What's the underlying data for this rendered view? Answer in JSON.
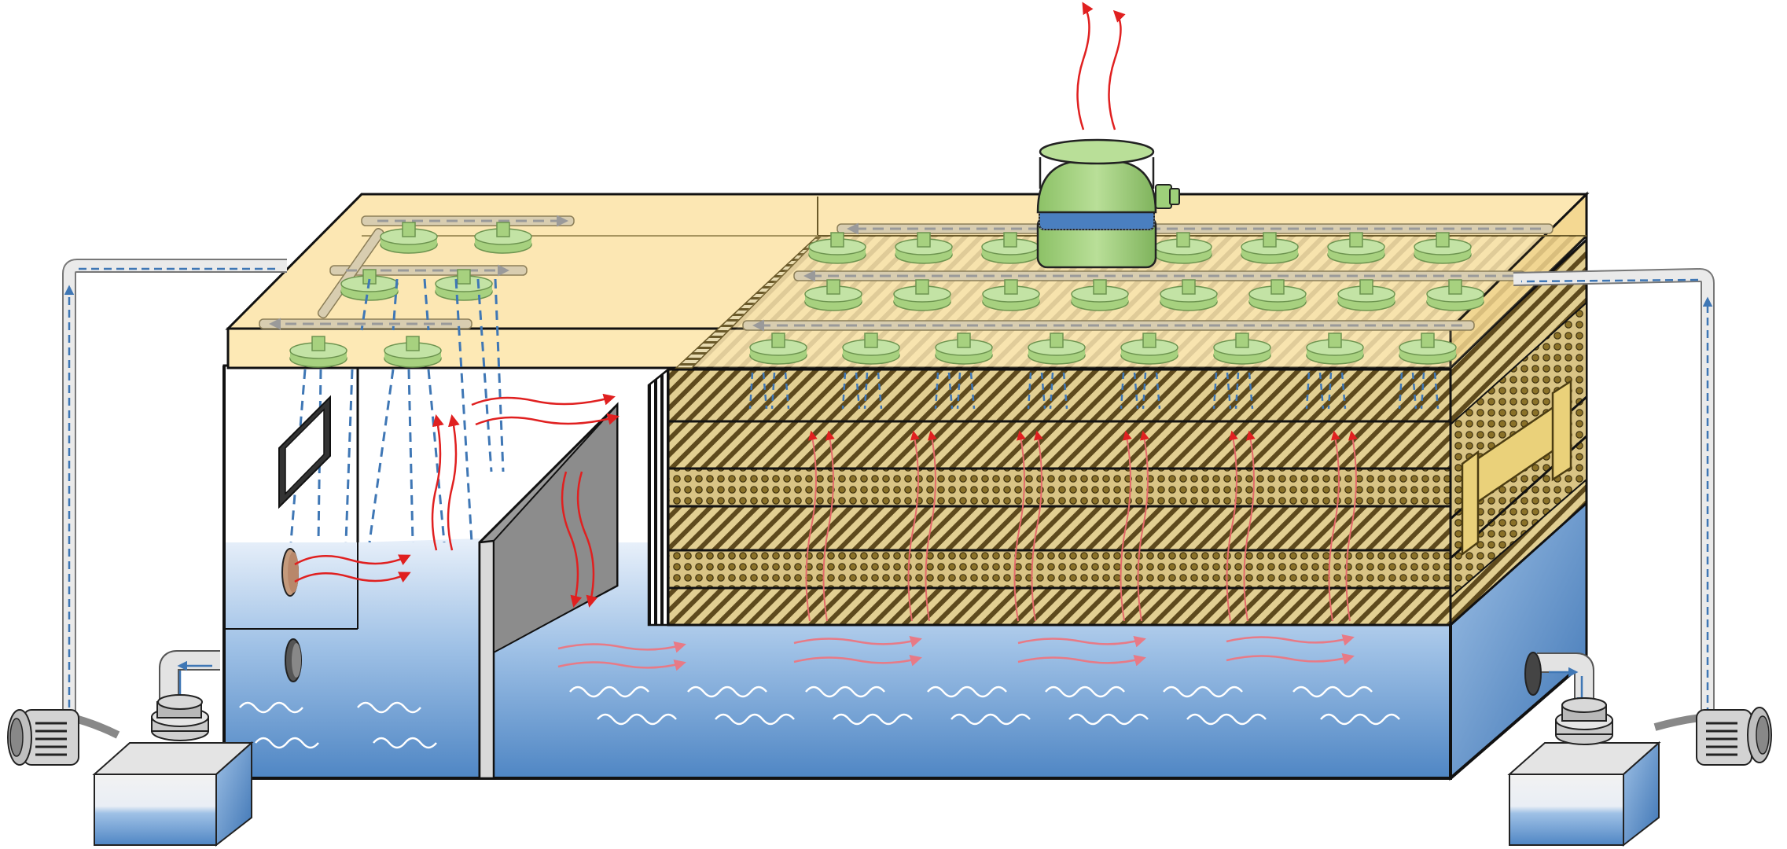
{
  "diagram": {
    "style": "3d-isometric-schematic",
    "colors": {
      "background": "#ffffff",
      "cover_top": "#fbe3a6",
      "cover_front": "#fde9b5",
      "water_light": "#d8e7f6",
      "water_dark": "#4f86c4",
      "wall_grey": "#d7d7d7",
      "baffle_grey": "#8f8f8f",
      "pipe": "#d0d0d0",
      "spray_dash": "#3f77b5",
      "nozzle_green": "#a7d17f",
      "fan_green": "#9ed07a",
      "fan_band": "#4a7fc0",
      "airflow_red": "#e02020",
      "media_tan": "#d9c485",
      "media_stripe": "#5e4a1d",
      "outline": "#111111"
    },
    "icons": [
      "exhaust-fan-icon",
      "spray-nozzle-icon",
      "water-pump-icon",
      "water-tank-icon",
      "airflow-arrow-icon",
      "water-flow-arrow-icon",
      "inspection-window-icon",
      "porous-media-block-icon",
      "handle-icon"
    ],
    "spray_nozzle_count_left": 6,
    "spray_nozzle_count_right": 24
  }
}
